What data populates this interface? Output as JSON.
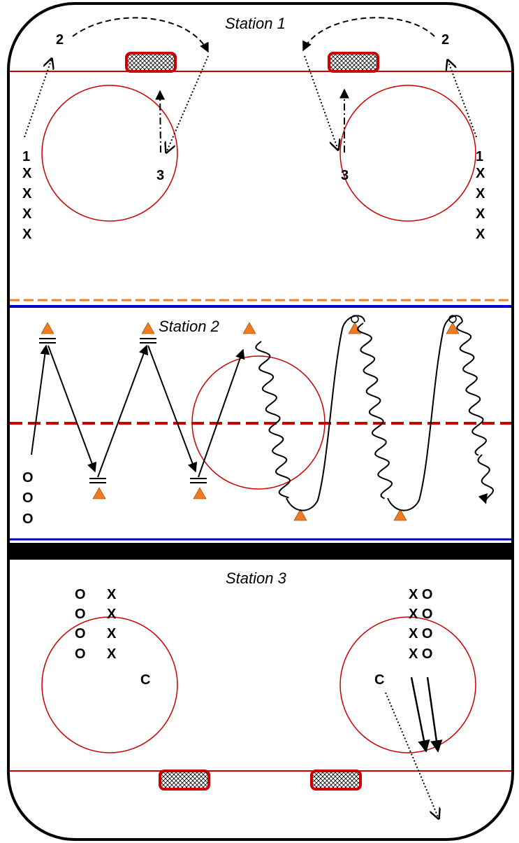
{
  "stations": {
    "s1": {
      "label": "Station 1"
    },
    "s2": {
      "label": "Station 2"
    },
    "s3": {
      "label": "Station 3"
    }
  },
  "s1_left": {
    "num1": "1",
    "num2": "2",
    "num3": "3",
    "players": [
      "X",
      "X",
      "X",
      "X"
    ]
  },
  "s1_right": {
    "num1": "1",
    "num2": "2",
    "num3": "3",
    "players": [
      "X",
      "X",
      "X",
      "X"
    ]
  },
  "s2": {
    "players": [
      "O",
      "O",
      "O"
    ]
  },
  "s3_left": {
    "col_o": [
      "O",
      "O",
      "O",
      "O"
    ],
    "col_x": [
      "X",
      "X",
      "X",
      "X"
    ],
    "coach": "C"
  },
  "s3_right": {
    "rows": [
      "X O",
      "X O",
      "X O",
      "X O"
    ],
    "coach": "C"
  },
  "colors": {
    "boards": "#000000",
    "rink_line": "#cc0000",
    "blue_line": "#0000cc",
    "orange_line": "#f08020",
    "cone": "#f07a20",
    "divider": "#000000"
  },
  "icons": [
    "net-icon",
    "cone-icon",
    "arrow-icon"
  ]
}
